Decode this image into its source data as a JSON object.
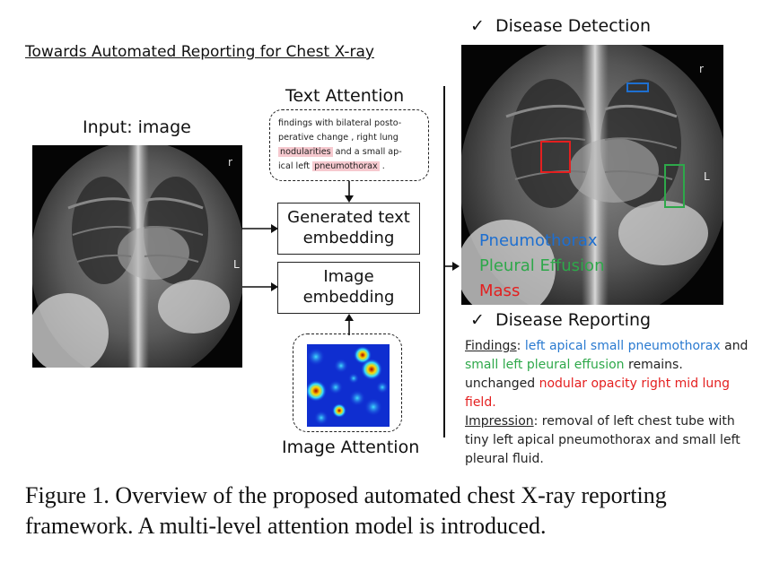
{
  "figure": {
    "title": "Towards Automated Reporting for Chest X-ray",
    "input_label": "Input: image",
    "xray_marker_r": "r",
    "xray_marker_L": "L",
    "text_attention": {
      "title": "Text Attention",
      "line1": "findings with bilateral posto-",
      "line2": "perative change , right lung",
      "nodularities": "nodularities",
      "line3_mid": "and a small ap-",
      "line4_pre": "ical left",
      "pneumothorax": "pneumothorax",
      "line4_post": "."
    },
    "generated_text_box": {
      "line1": "Generated text",
      "line2": "embedding"
    },
    "image_embedding_box": {
      "line1": "Image",
      "line2": "embedding"
    },
    "image_attention_label": "Image Attention",
    "detection": {
      "check": "✓",
      "title": "Disease Detection",
      "legend": [
        "Pneumothorax",
        "Pleural Effusion",
        "Mass"
      ],
      "colors": {
        "pneumothorax": "#1e6fd0",
        "effusion": "#2ea84a",
        "mass": "#e41f1f"
      }
    },
    "reporting": {
      "check": "✓",
      "title": "Disease Reporting",
      "findings_label": "Findings",
      "colon": ":",
      "f1": "left apical small pneumothorax",
      "f2_pre": "and",
      "f2": "small left pleural effusion",
      "f2_post": "remains.",
      "f3_pre": "unchanged",
      "f3": "nodular opacity right mid lung field.",
      "impression_label": "Impression",
      "impression_text": ": removal of left chest tube with tiny left apical  pneumothorax and small left pleural fluid."
    }
  },
  "caption": "Figure 1. Overview of the proposed automated chest X-ray reporting framework. A multi-level attention model is introduced."
}
